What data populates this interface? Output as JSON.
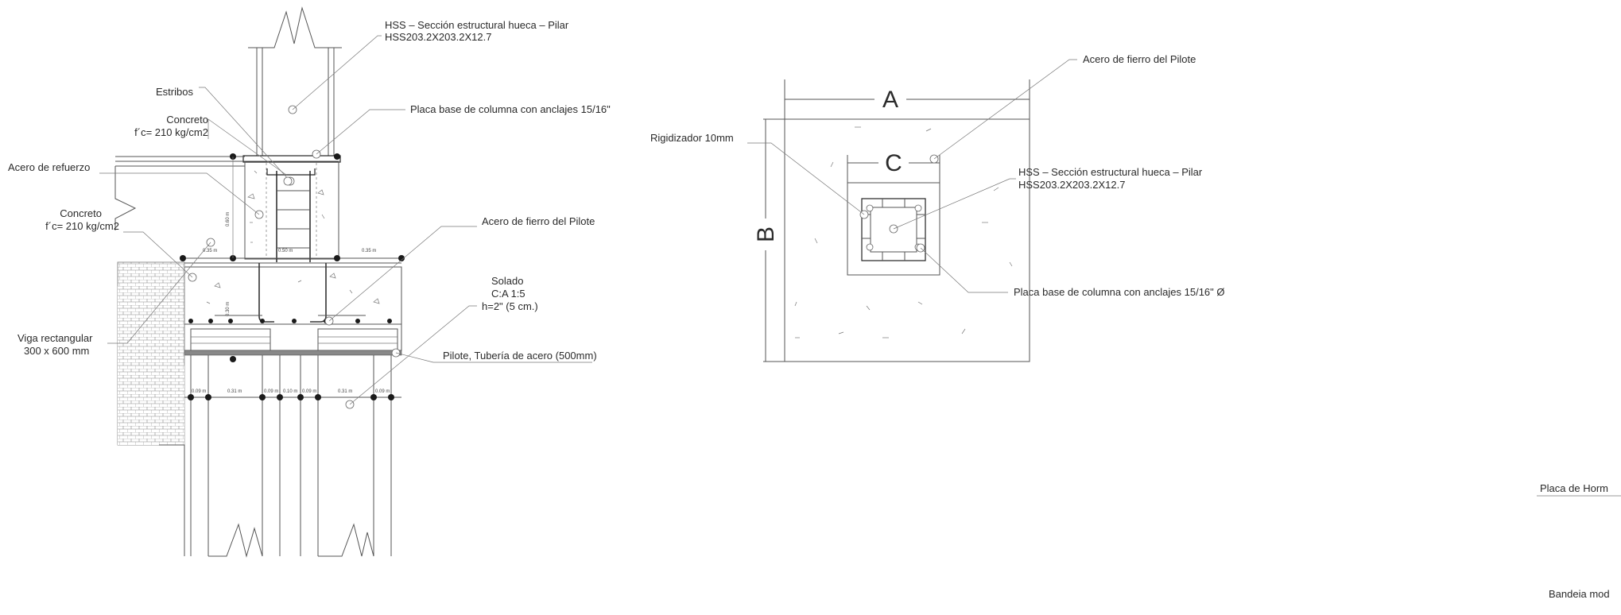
{
  "section": {
    "hss_line1": "HSS – Sección estructural hueca – Pilar",
    "hss_line2": "HSS203.2X203.2X12.7",
    "estribos": "Estribos",
    "placa_base": "Placa base de columna con anclajes 15/16\"",
    "concreto1_line1": "Concreto",
    "concreto1_line2": "f´c= 210 kg/cm2",
    "acero_refuerzo": "Acero de refuerzo",
    "concreto2_line1": "Concreto",
    "concreto2_line2": "f´c= 210 kg/cm2",
    "acero_fierro": "Acero de fierro del Pilote",
    "solado_line1": "Solado",
    "solado_line2": "C:A 1:5",
    "solado_line3": "h=2\" (5 cm.)",
    "viga_line1": "Viga rectangular",
    "viga_line2": "300 x 600 mm",
    "pilote": "Pilote, Tubería de acero (500mm)",
    "dims": {
      "d035_left": "0.35 m",
      "d050": "0.50 m",
      "d035_right": "0.35 m",
      "d060": "0.60 m",
      "d030": "0.30 m",
      "d009_a": "0.09 m",
      "d031_a": "0.31 m",
      "d009_b": "0.09 m",
      "d010": "0.10 m",
      "d009_c": "0.09 m",
      "d031_b": "0.31 m",
      "d009_d": "0.09 m"
    }
  },
  "plan": {
    "label_a": "A",
    "label_b": "B",
    "label_c": "C",
    "acero_fierro": "Acero de fierro del Pilote",
    "rigidizador": "Rigidizador 10mm",
    "hss_line1": "HSS – Sección estructural hueca – Pilar",
    "hss_line2": "HSS203.2X203.2X12.7",
    "placa_base": "Placa base de columna con anclajes 15/16\" Ø"
  },
  "edge": {
    "placa_horm": "Placa de Horm",
    "bandeia": "Bandeia mod"
  }
}
